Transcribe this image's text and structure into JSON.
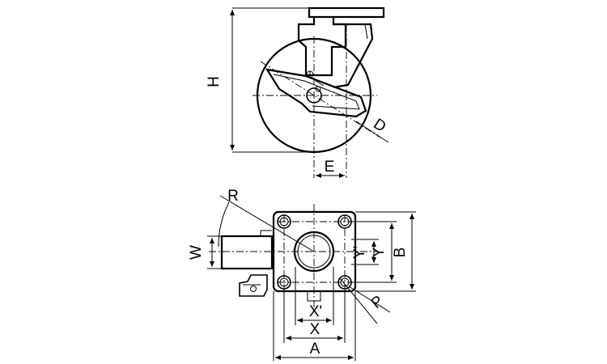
{
  "labels": {
    "H": "H",
    "D": "D",
    "E": "E",
    "R": "R",
    "W": "W",
    "Y_prime": "Y'",
    "Y": "Y",
    "B": "B",
    "P": "P",
    "X_prime": "X'",
    "X": "X",
    "A": "A"
  }
}
